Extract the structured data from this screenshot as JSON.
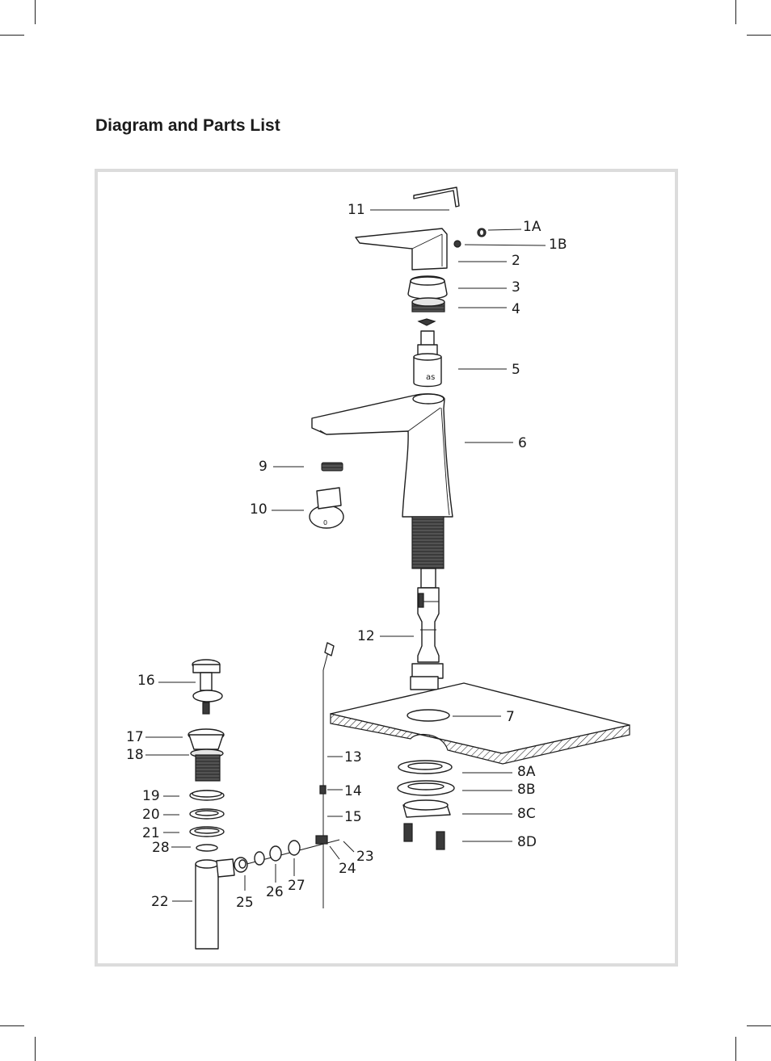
{
  "page": {
    "title": "Diagram and Parts List"
  },
  "diagram": {
    "callouts": [
      {
        "id": "11"
      },
      {
        "id": "1A"
      },
      {
        "id": "1B"
      },
      {
        "id": "2"
      },
      {
        "id": "3"
      },
      {
        "id": "4"
      },
      {
        "id": "5"
      },
      {
        "id": "6"
      },
      {
        "id": "9"
      },
      {
        "id": "10"
      },
      {
        "id": "12"
      },
      {
        "id": "7"
      },
      {
        "id": "8A"
      },
      {
        "id": "8B"
      },
      {
        "id": "8C"
      },
      {
        "id": "8D"
      },
      {
        "id": "13"
      },
      {
        "id": "14"
      },
      {
        "id": "15"
      },
      {
        "id": "16"
      },
      {
        "id": "17"
      },
      {
        "id": "18"
      },
      {
        "id": "19"
      },
      {
        "id": "20"
      },
      {
        "id": "21"
      },
      {
        "id": "28"
      },
      {
        "id": "22"
      },
      {
        "id": "23"
      },
      {
        "id": "24"
      },
      {
        "id": "25"
      },
      {
        "id": "26"
      },
      {
        "id": "27"
      }
    ]
  }
}
